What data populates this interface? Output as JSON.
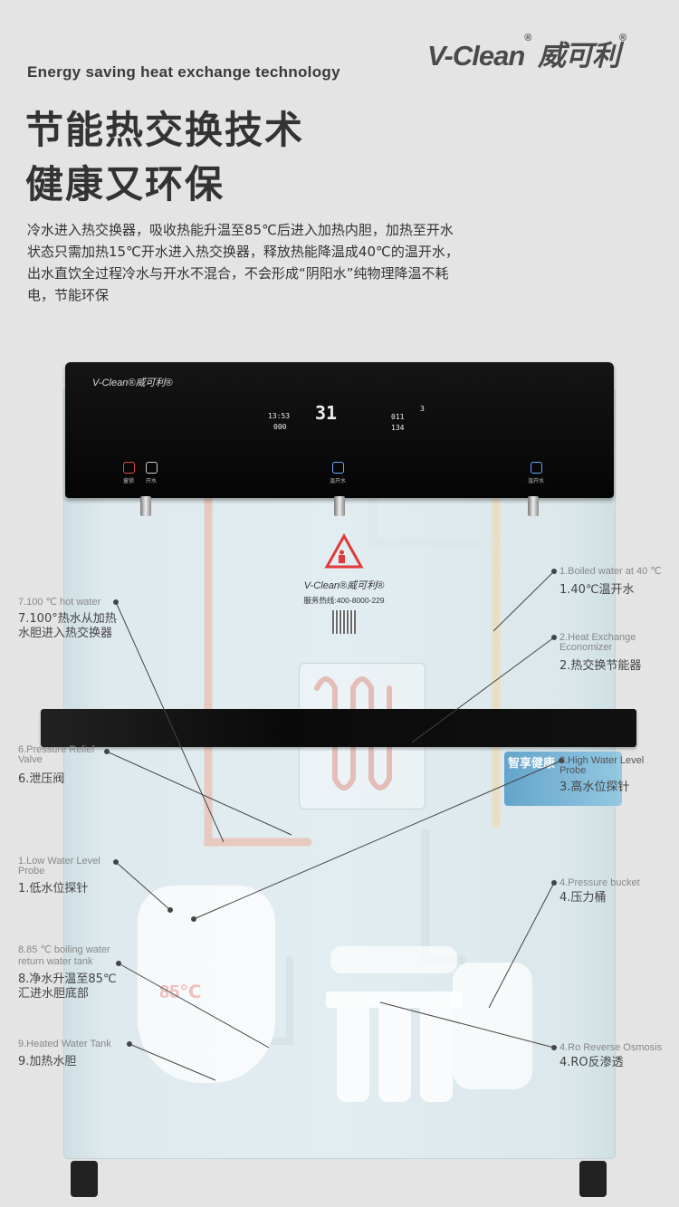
{
  "brand": {
    "name": "V-Clean",
    "reg": "®",
    "cn_name": "威可利",
    "cn_reg": "®"
  },
  "header": {
    "subtitle_en": "Energy saving heat exchange technology",
    "title_line1": "节能热交换技术",
    "title_line2": "健康又环保",
    "description": "冷水进入热交换器，吸收热能升温至85℃后进入加热内胆，加热至开水状态只需加热15℃开水进入热交换器，释放热能降温成40℃的温开水，出水直饮全过程冷水与开水不混合，不会形成“阴阳水”纯物理降温不耗电，节能环保"
  },
  "panel": {
    "logo": "V-Clean®威可利®",
    "display": {
      "time": "13:53",
      "left_bottom": "000",
      "temp": "31",
      "right_top": "011",
      "right_bottom": "134",
      "right_corner": "3"
    },
    "buttons": [
      {
        "label": "童锁",
        "color": "#e04848"
      },
      {
        "label": "开水",
        "color": "#cccccc"
      },
      {
        "label": "温开水",
        "color": "#4aa8ff"
      },
      {
        "label": "温开水",
        "color": "#4aa8ff"
      }
    ]
  },
  "sticker": {
    "brand": "V-Clean®威可利®",
    "hotline": "服务热线:400-8000-229"
  },
  "badge": {
    "text": "智享健康"
  },
  "tank_temp": "85℃",
  "callouts_left": [
    {
      "en": "7.100 ℃ hot water",
      "cn": "7.100°热水从加热水胆进入热交换器"
    },
    {
      "en": "6.Pressure Relief Valve",
      "cn": "6.泄压阀"
    },
    {
      "en": "1.Low Water Level Probe",
      "cn": "1.低水位探针"
    },
    {
      "en": "8.85 ℃ boiling water return water tank",
      "cn": "8.净水升温至85℃汇进水胆底部"
    },
    {
      "en": "9.Heated Water Tank",
      "cn": "9.加热水胆"
    }
  ],
  "callouts_right": [
    {
      "en": "1.Boiled water at 40 ℃",
      "cn": "1.40℃温开水"
    },
    {
      "en": "2.Heat Exchange Economizer",
      "cn": "2.热交换节能器"
    },
    {
      "en": "3.High Water Level Probe",
      "cn": "3.高水位探针"
    },
    {
      "en": "4.Pressure bucket",
      "cn": "4.压力桶"
    },
    {
      "en": "4.Ro Reverse Osmosis",
      "cn": "4.RO反渗透"
    }
  ],
  "colors": {
    "background": "#e4e4e4",
    "panel": "#0a0a0a",
    "warning": "#e03a3a"
  }
}
